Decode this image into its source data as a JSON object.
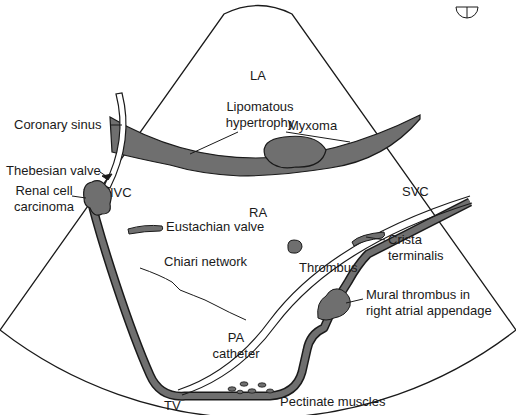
{
  "diagram": {
    "labels": [
      "LA",
      "Lipomatous hypertrophy",
      "Coronary sinus",
      "Myxoma",
      "Thebesian valve",
      "Renal cell carcinoma",
      "IVC",
      "SVC",
      "RA",
      "Eustachian valve",
      "Chiari network",
      "Crista terminalis",
      "Thrombus",
      "Mural thrombus in right atrial appendage",
      "PA catheter",
      "TV",
      "Pectinate muscles"
    ]
  }
}
